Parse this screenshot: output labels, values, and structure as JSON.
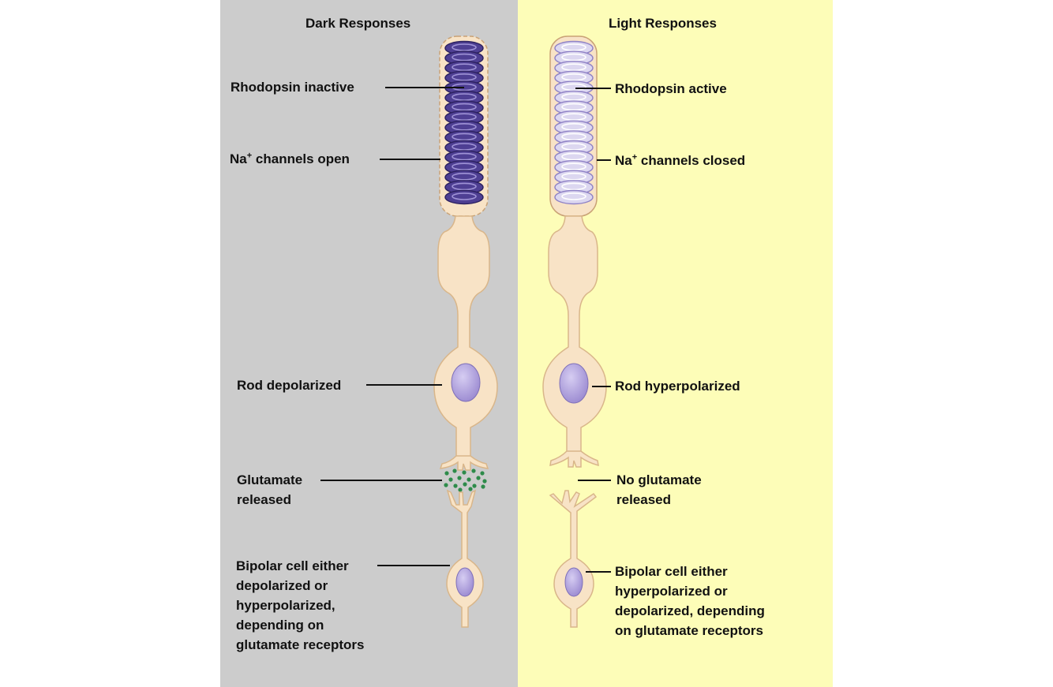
{
  "dark": {
    "heading": "Dark Responses",
    "rhodopsin": "Rhodopsin inactive",
    "na_prefix": "Na",
    "na_sup": "+",
    "na_suffix": " channels open",
    "rod": "Rod depolarized",
    "glutamate_line1": "Glutamate",
    "glutamate_line2": "released",
    "bipolar_lines": [
      "Bipolar cell either",
      "depolarized or",
      "hyperpolarized,",
      "depending on",
      "glutamate receptors"
    ]
  },
  "light": {
    "heading": "Light Responses",
    "rhodopsin": "Rhodopsin active",
    "na_prefix": "Na",
    "na_sup": "+",
    "na_suffix": " channels closed",
    "rod": "Rod hyperpolarized",
    "glutamate_line1": "No glutamate",
    "glutamate_line2": "released",
    "bipolar_lines": [
      "Bipolar cell either",
      "hyperpolarized or",
      "depolarized, depending",
      "on glutamate receptors"
    ]
  },
  "colors": {
    "dark_panel": "#cccccc",
    "light_panel": "#fdfdb8",
    "cell_body": "#f8e3c6",
    "cell_outline": "#d9b68a",
    "disc_dark": "#4e3f93",
    "disc_light": "#dcd7f0",
    "nucleus": "#a99ad8",
    "glutamate": "#2e8b4a"
  }
}
